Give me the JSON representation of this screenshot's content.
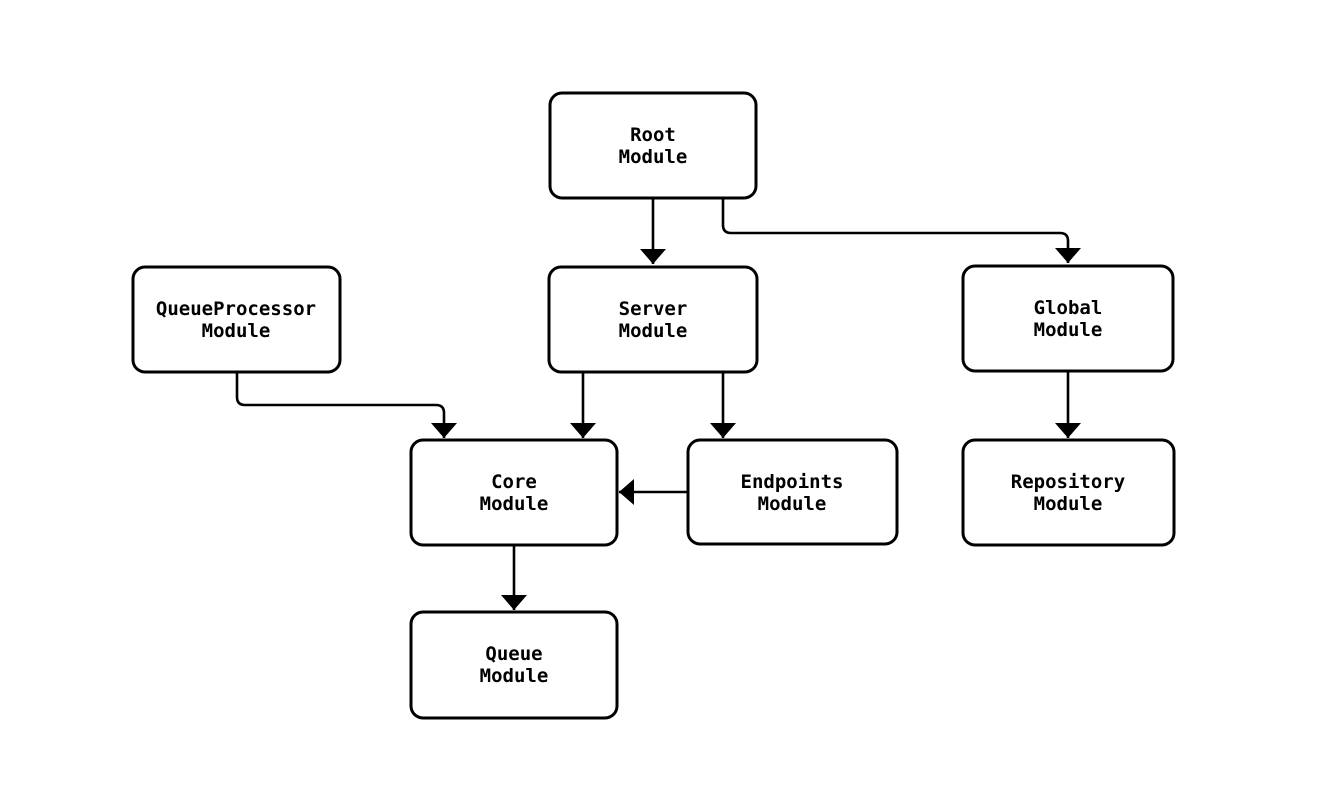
{
  "diagram": {
    "type": "flowchart",
    "background_color": "#ffffff",
    "stroke_color": "#000000",
    "node_fill_color": "#ffffff",
    "text_color": "#000000",
    "nodes": [
      {
        "id": "root",
        "line1": "Root",
        "line2": "Module"
      },
      {
        "id": "server",
        "line1": "Server",
        "line2": "Module"
      },
      {
        "id": "queueprocessor",
        "line1": "QueueProcessor",
        "line2": "Module"
      },
      {
        "id": "global",
        "line1": "Global",
        "line2": "Module"
      },
      {
        "id": "core",
        "line1": "Core",
        "line2": "Module"
      },
      {
        "id": "endpoints",
        "line1": "Endpoints",
        "line2": "Module"
      },
      {
        "id": "repository",
        "line1": "Repository",
        "line2": "Module"
      },
      {
        "id": "queue",
        "line1": "Queue",
        "line2": "Module"
      }
    ],
    "edges": [
      {
        "from": "root",
        "to": "server"
      },
      {
        "from": "root",
        "to": "global"
      },
      {
        "from": "queueprocessor",
        "to": "core"
      },
      {
        "from": "server",
        "to": "core"
      },
      {
        "from": "server",
        "to": "endpoints"
      },
      {
        "from": "endpoints",
        "to": "core"
      },
      {
        "from": "core",
        "to": "queue"
      },
      {
        "from": "global",
        "to": "repository"
      }
    ]
  }
}
